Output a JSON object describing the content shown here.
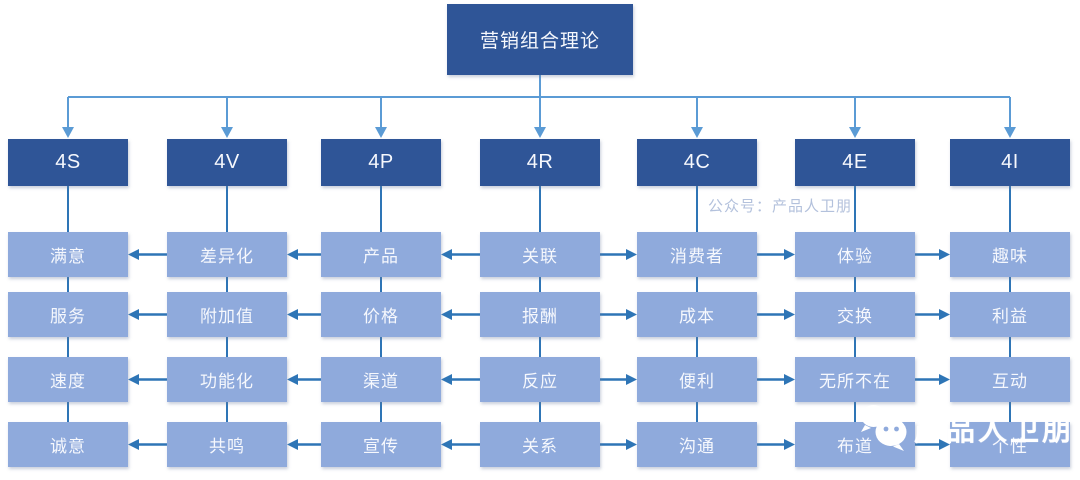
{
  "title": "营销组合理论",
  "columns": [
    {
      "header": "4S",
      "items": [
        "满意",
        "服务",
        "速度",
        "诚意"
      ]
    },
    {
      "header": "4V",
      "items": [
        "差异化",
        "附加值",
        "功能化",
        "共鸣"
      ]
    },
    {
      "header": "4P",
      "items": [
        "产品",
        "价格",
        "渠道",
        "宣传"
      ]
    },
    {
      "header": "4R",
      "items": [
        "关联",
        "报酬",
        "反应",
        "关系"
      ]
    },
    {
      "header": "4C",
      "items": [
        "消费者",
        "成本",
        "便利",
        "沟通"
      ]
    },
    {
      "header": "4E",
      "items": [
        "体验",
        "交换",
        "无所不在",
        "布道"
      ]
    },
    {
      "header": "4I",
      "items": [
        "趣味",
        "利益",
        "互动",
        "个性"
      ]
    }
  ],
  "arrow_flow": [
    "left",
    "left",
    "left",
    "right",
    "right",
    "right"
  ],
  "watermarks": {
    "center_text": "公众号：产品人卫朋",
    "brand_icon": "wechat-icon",
    "brand_text": "产品人卫朋"
  },
  "colors": {
    "node_dark": "#2F5597",
    "node_light": "#8FAADC",
    "arrow_line": "#2E75B6",
    "tree_line": "#5B9BD5",
    "watermark_text": "#B3C1DC",
    "brand_text": "#FFFFFF",
    "background": "#FFFFFF"
  }
}
